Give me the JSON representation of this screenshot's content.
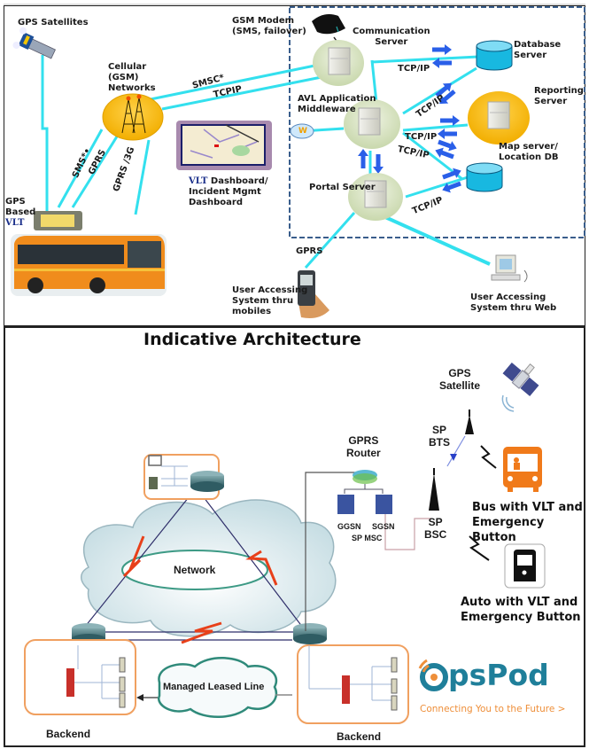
{
  "top_diagram": {
    "gps_satellites": "GPS Satellites",
    "gsm_modem": "GSM Modem\n(SMS, failover)",
    "cellular": "Cellular\n(GSM)\nNetworks",
    "communication_server": "Communication\nServer",
    "database_server": "Database\nServer",
    "avl_middleware": "AVL Application\nMiddleware",
    "reporting_server": "Reporting\nServer",
    "map_server": "Map server/\nLocation DB",
    "portal_server": "Portal Server",
    "vlt_dashboard_prefix": "VLT",
    "vlt_dashboard": " Dashboard/\nIncident Mgmt\nDashboard",
    "gps_vlt_line1": "GPS",
    "gps_vlt_line2": "Based",
    "gps_vlt_line3": "VLT",
    "user_mobile": "User Accessing\nSystem thru\nmobiles",
    "user_web": "User Accessing\nSystem thru Web",
    "links": {
      "smsc": "SMSC*",
      "tcpip": "TCPIP",
      "sms": "SMS*•",
      "gprs": "GPRS",
      "gprs3g": "GPRS /3G",
      "tcp_ip_1": "TCP/IP",
      "tcp_ip_2": "TCP/IP",
      "tcp_ip_3": "TCP/IP",
      "tcp_ip_4": "TCP/IP",
      "tcp_ip_5": "TCP/IP",
      "gprs_mobile": "GPRS",
      "web_cloud": "W"
    }
  },
  "bottom_diagram": {
    "title": "Indicative Architecture",
    "gps_satellite": "GPS\nSatellite",
    "sp_bts": "SP\nBTS",
    "gprs_router": "GPRS\nRouter",
    "ggsn": "GGSN",
    "sgsn": "SGSN",
    "sp_msc": "SP MSC",
    "sp_bsc": "SP\nBSC",
    "bus_vlt": "Bus with VLT and\nEmergency Button",
    "auto_vlt": "Auto with VLT and\nEmergency Button",
    "network": "Network",
    "managed_leased_line": "Managed Leased Line",
    "backend_left": "Backend",
    "backend_right": "Backend"
  },
  "logo": {
    "name": "OpsPod",
    "name_rest": "psPod",
    "tagline": "Connecting You to the Future >",
    "brand_color": "#1f7f9a",
    "accent_color": "#ee8f3a"
  },
  "colors": {
    "link_cyan": "#33e0ee",
    "arrow_blue": "#2a5fe8",
    "server_circle": "#d6e2c0",
    "reporting_circle": "#f5b400",
    "db_cyan": "#18b8e0",
    "dashed_border": "#3a5e8c",
    "bus_orange": "#f07a1a"
  }
}
